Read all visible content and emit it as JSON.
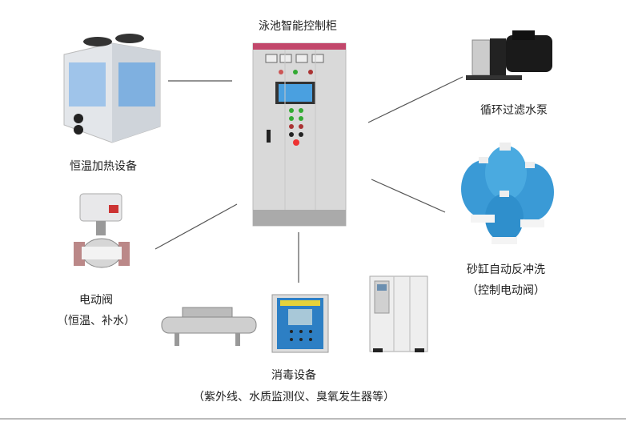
{
  "center": {
    "title": "泳池智能控制柜"
  },
  "nodes": {
    "heater": {
      "label": "恒温加热设备"
    },
    "pump": {
      "label": "循环过滤水泵"
    },
    "sand_filter": {
      "label": "砂缸自动反冲洗",
      "sub": "（控制电动阀）"
    },
    "valve": {
      "label": "电动阀",
      "sub": "（恒温、补水）"
    },
    "disinfection": {
      "label": "消毒设备",
      "sub": "（紫外线、水质监测仪、臭氧发生器等）"
    }
  }
}
